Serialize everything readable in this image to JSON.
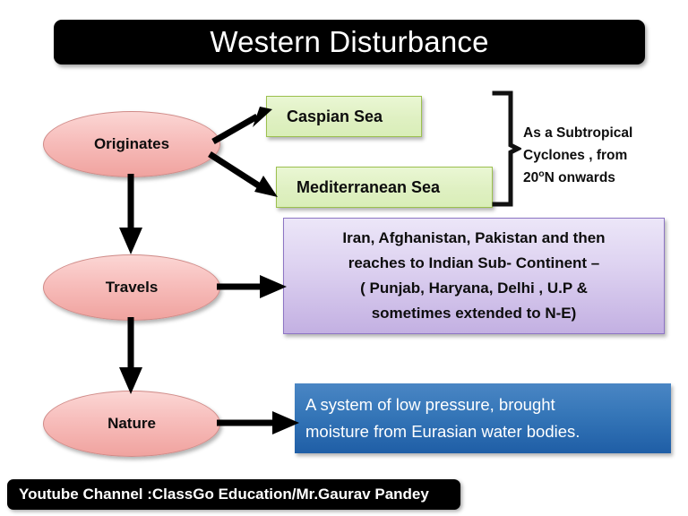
{
  "title": {
    "text": "Western Disturbance"
  },
  "nodes": {
    "originates": "Originates",
    "travels": "Travels",
    "nature": "Nature"
  },
  "origins": {
    "caspian": "Caspian Sea",
    "mediterranean": "Mediterranean Sea"
  },
  "annotation": {
    "line1": "As a Subtropical",
    "line2": "Cyclones , from",
    "line3_pre": "20",
    "line3_deg": "o",
    "line3_post": "N onwards"
  },
  "travels_detail": {
    "line1": "Iran, Afghanistan, Pakistan and then",
    "line2": "reaches to Indian Sub- Continent –",
    "line3": "( Punjab, Haryana, Delhi , U.P &",
    "line4": "sometimes extended to N-E)"
  },
  "nature_detail": {
    "line1": "A system of low pressure, brought",
    "line2": "moisture from Eurasian water bodies."
  },
  "footer": {
    "text": "Youtube Channel :ClassGo Education/Mr.Gaurav Pandey"
  },
  "colors": {
    "title_bar_bg": "#000000",
    "title_text": "#ffffff",
    "ellipse_fill_top": "#fbd6d4",
    "ellipse_fill_bottom": "#f0a39f",
    "ellipse_border": "#d08b88",
    "green_box_fill": "#dff0c2",
    "green_box_border": "#9cc04f",
    "purple_box_fill_top": "#ece6f8",
    "purple_box_fill_bottom": "#c3b0e2",
    "purple_box_border": "#8d75c4",
    "blue_box_fill_top": "#4a86c4",
    "blue_box_fill_bottom": "#1f5ea6",
    "blue_box_text": "#ffffff",
    "arrow": "#000000",
    "footer_bg": "#000000",
    "footer_text": "#ffffff"
  }
}
